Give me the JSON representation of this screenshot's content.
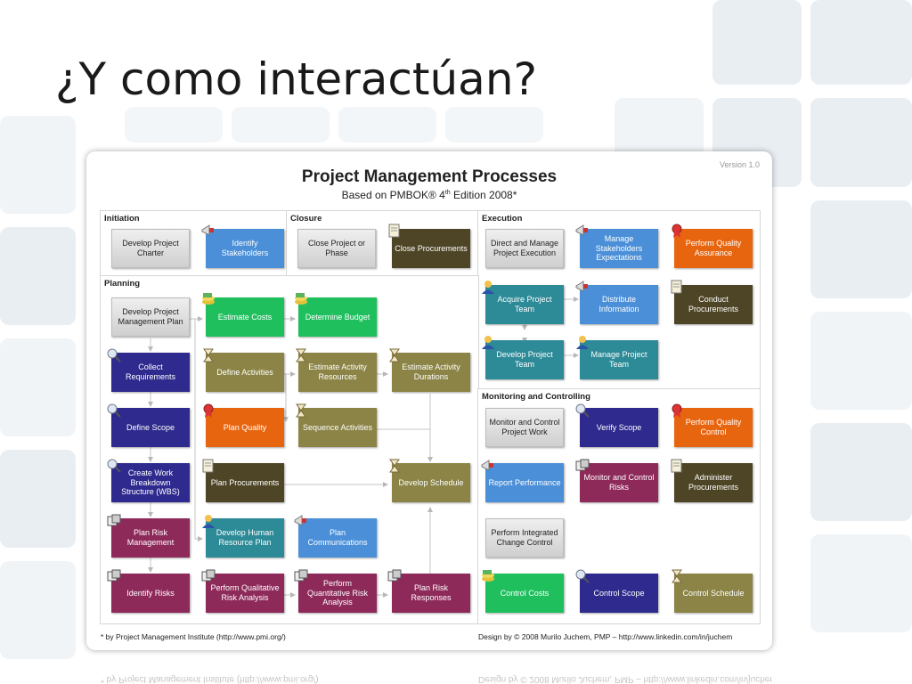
{
  "slide": {
    "title": "¿Y como interactúan?"
  },
  "sheet": {
    "version": "Version 1.0",
    "title": "Project Management Processes",
    "subtitle": "Based on PMBOK® 4",
    "subtitle_sup": "th",
    "subtitle_tail": " Edition 2008*",
    "footer_left": "* by Project Management Institute (http://www.pmi.org/)",
    "footer_right": "Design by © 2008 Murilo Juchem, PMP – http://www.linkedin.com/in/juchem"
  },
  "sections": {
    "initiation": "Initiation",
    "closure": "Closure",
    "execution": "Execution",
    "planning": "Planning",
    "monitoring": "Monitoring and Controlling"
  },
  "boxes": {
    "develop_charter": "Develop Project Charter",
    "identify_stakeholders": "Identify Stakeholders",
    "close_project": "Close Project or Phase",
    "close_procurements": "Close Procurements",
    "direct_manage": "Direct and Manage Project Execution",
    "manage_stakeholders": "Manage Stakeholders Expectations",
    "perform_qa": "Perform Quality Assurance",
    "develop_pm_plan": "Develop Project Management Plan",
    "estimate_costs": "Estimate Costs",
    "determine_budget": "Determine Budget",
    "collect_requirements": "Collect Requirements",
    "define_activities": "Define Activities",
    "estimate_resources": "Estimate Activity Resources",
    "estimate_durations": "Estimate Activity Durations",
    "define_scope": "Define Scope",
    "plan_quality": "Plan Quality",
    "sequence_activities": "Sequence Activities",
    "create_wbs": "Create Work Breakdown Structure (WBS)",
    "plan_procurements": "Plan Procurements",
    "develop_schedule": "Develop Schedule",
    "plan_risk_mgmt": "Plan Risk Management",
    "develop_hr_plan": "Develop Human Resource Plan",
    "plan_communications": "Plan Communications",
    "identify_risks": "Identify Risks",
    "qualitative_risk": "Perform Qualitative Risk Analysis",
    "quantitative_risk": "Perform Quantitative Risk Analysis",
    "plan_risk_responses": "Plan Risk Responses",
    "acquire_team": "Acquire Project Team",
    "distribute_info": "Distribute Information",
    "conduct_procurements": "Conduct Procurements",
    "develop_team": "Develop Project Team",
    "manage_team": "Manage Project Team",
    "monitor_control_work": "Monitor and Control Project Work",
    "verify_scope": "Verify Scope",
    "perform_qc": "Perform Quality Control",
    "report_performance": "Report Performance",
    "monitor_control_risks": "Monitor and Control Risks",
    "administer_procurements": "Administer Procurements",
    "integrated_change": "Perform Integrated Change Control",
    "control_costs": "Control Costs",
    "control_scope": "Control Scope",
    "control_schedule": "Control Schedule"
  },
  "colors": {
    "navy": "#2e2a8e",
    "teal": "#2d8a97",
    "green": "#1fbf5e",
    "olive": "#8b8446",
    "orange": "#e8650f",
    "brown": "#4e4526",
    "blue": "#4a8fd8",
    "maroon": "#8e2a5a"
  }
}
